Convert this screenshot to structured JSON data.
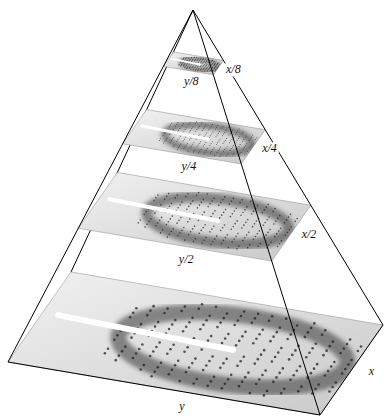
{
  "diagram": {
    "labels": [
      "x/8",
      "y/8",
      "x/4",
      "y/4",
      "x/2",
      "y/2",
      "x",
      "y"
    ]
  }
}
